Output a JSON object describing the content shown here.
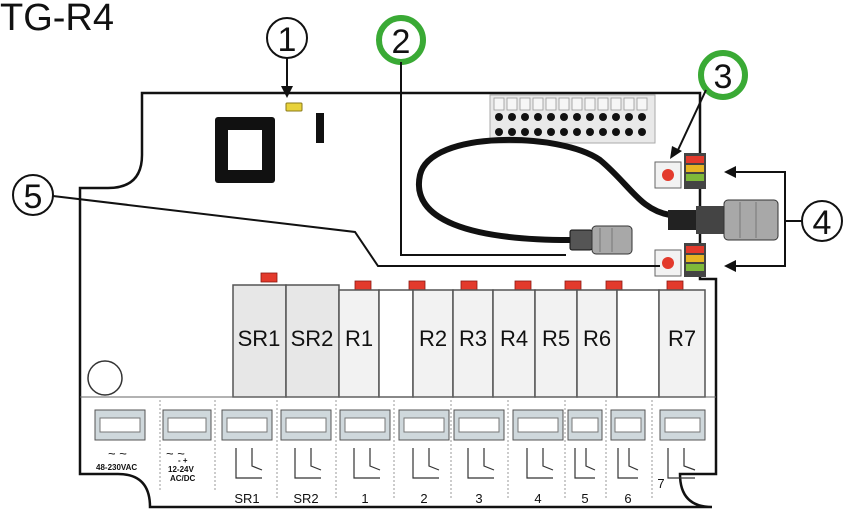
{
  "title": "TG-R4",
  "callouts": [
    "1",
    "2",
    "3",
    "4",
    "5"
  ],
  "colors": {
    "callout_green": "#3aaa35",
    "led_red": "#e33a2c",
    "led_amber": "#e6b422",
    "led_green": "#7fb93a",
    "connector_gray": "#a8a8a8",
    "relay_gray": "#e7e7e7",
    "terminal_gray": "#cfd8dc",
    "yellow_led": "#e8d23a"
  },
  "relays": [
    "SR1",
    "SR2",
    "R1",
    "R2",
    "R3",
    "R4",
    "R5",
    "R6",
    "R7"
  ],
  "power_terminals": {
    "ac": {
      "symbols": "~ ~",
      "label": "48-230VAC"
    },
    "dc": {
      "symbols": "~ ~",
      "polarity": "- +",
      "label_1": "12-24V",
      "label_2": "AC/DC"
    }
  },
  "output_terminals": [
    "SR1",
    "SR2",
    "1",
    "2",
    "3",
    "4",
    "5",
    "6",
    "7"
  ]
}
